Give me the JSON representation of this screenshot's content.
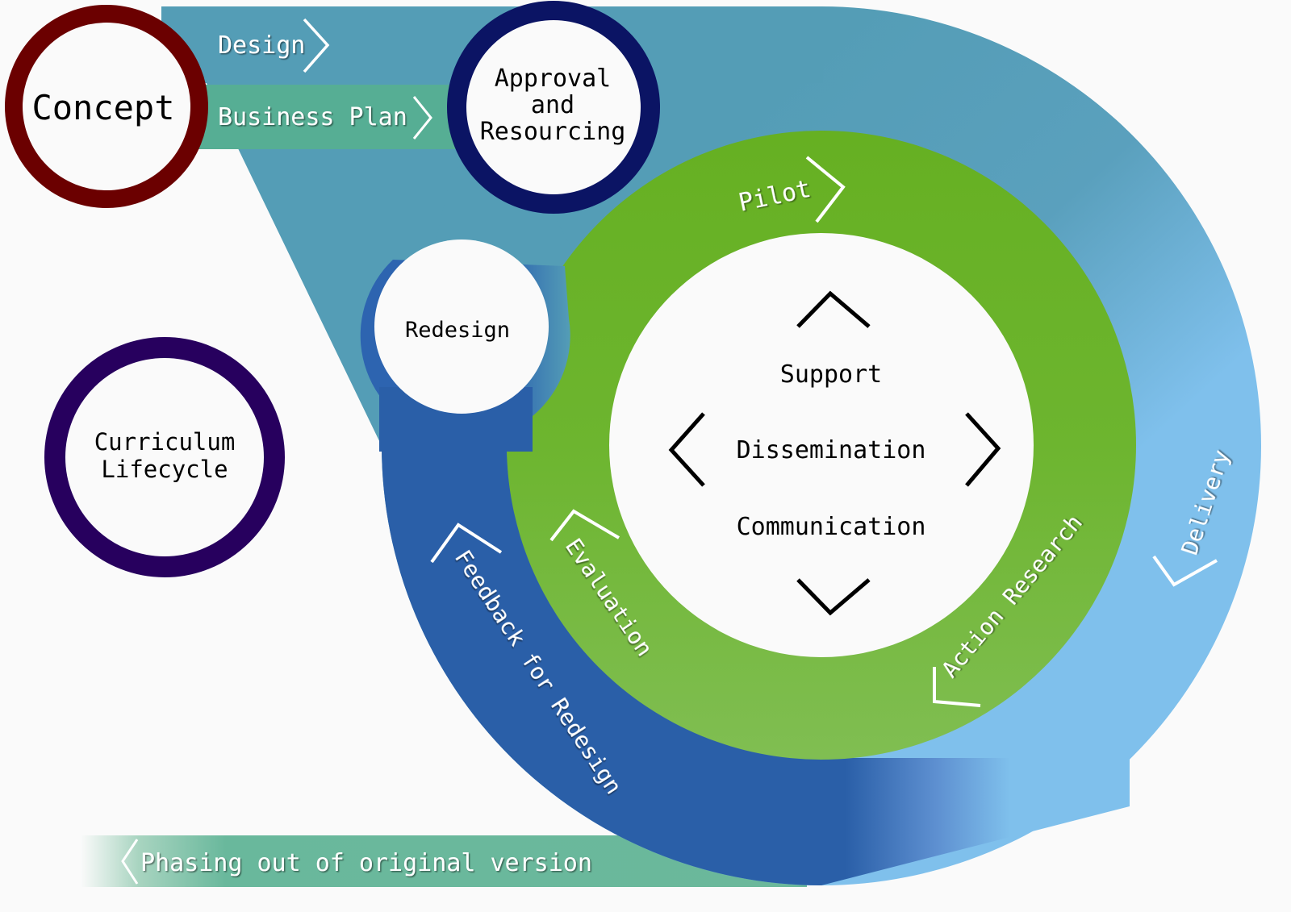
{
  "title": "Curriculum Lifecycle",
  "colors": {
    "background": "#fafafa",
    "teal_band": "#549db6",
    "green_band": "#5fb05a",
    "outer_light_blue": "#7fc0ec",
    "dark_blue": "#2a5fa8",
    "bright_green": "#66b022",
    "light_green": "#7fbd52",
    "concept_ring": "#6b0000",
    "approval_ring": "#0b1464",
    "lifecycle_ring": "#27005e",
    "redesign_ring": "#2d64b0"
  },
  "nodes": {
    "concept": "Concept",
    "approval": [
      "Approval",
      "and",
      "Resourcing"
    ],
    "redesign": "Redesign",
    "lifecycle": [
      "Curriculum",
      "Lifecycle"
    ]
  },
  "flows": {
    "design": "Design",
    "business_plan": "Business Plan",
    "pilot": "Pilot",
    "delivery": "Delivery",
    "action_research": "Action Research",
    "evaluation": "Evaluation",
    "feedback": "Feedback for Redesign",
    "phasing_out": "Phasing out of original version"
  },
  "center": {
    "items": [
      "Support",
      "Dissemination",
      "Communication"
    ]
  }
}
